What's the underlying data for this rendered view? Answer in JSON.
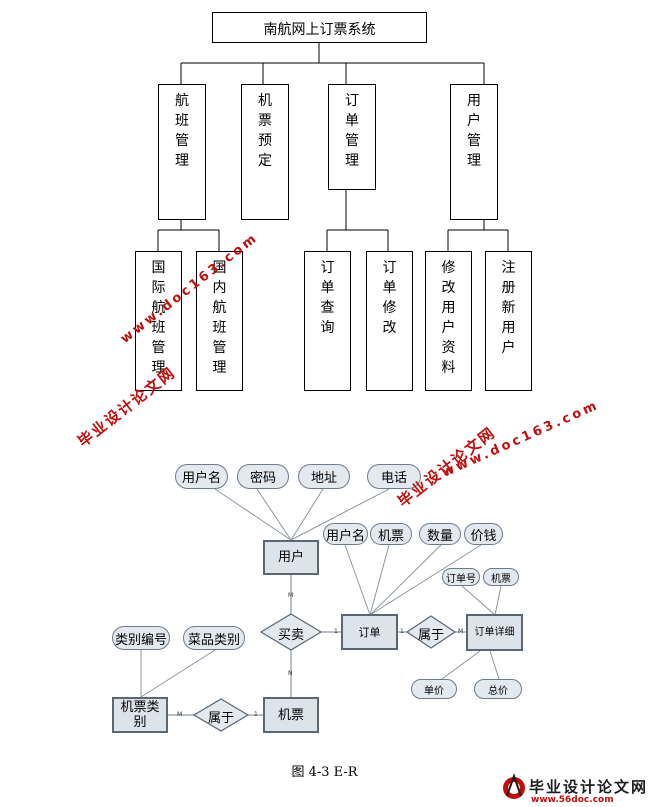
{
  "hierarchy": {
    "root": "南航网上订票系统",
    "modules": [
      {
        "label": "航班管理",
        "children": [
          "国际航班管理",
          "国内航班管理"
        ]
      },
      {
        "label": "机票预定",
        "children": []
      },
      {
        "label": "订单管理",
        "children": [
          "订单查询",
          "订单修改"
        ]
      },
      {
        "label": "用户管理",
        "children": [
          "修改用户资料",
          "注册新用户"
        ]
      }
    ]
  },
  "er": {
    "entities": {
      "user": "用户",
      "order": "订单",
      "order_detail": "订单详细",
      "ticket_category": "机票类别",
      "ticket": "机票"
    },
    "relations": {
      "buy_sell": "买卖",
      "belongs_detail": "属于",
      "belongs_category": "属于"
    },
    "attributes": {
      "user": [
        "用户名",
        "密码",
        "地址",
        "电话"
      ],
      "order": [
        "用户名",
        "机票",
        "数量",
        "价钱"
      ],
      "order_detail": [
        "订单号",
        "机票"
      ],
      "order_detail_bottom": [
        "单价",
        "总价"
      ],
      "category": [
        "类别编号",
        "菜品类别"
      ]
    },
    "cardinalities": {
      "user_buy": "M",
      "buy_ticket": "N",
      "buy_order": "1",
      "order_belong": "1",
      "belong_detail": "M",
      "category_belong": "M",
      "belong_ticket": "1"
    }
  },
  "caption": "图 4-3 E-R",
  "watermarks": {
    "site_cn": "毕业设计论文网",
    "url": "www.doc163.com",
    "footer_cn": "毕业设计论文网",
    "footer_url": "www.56doc.com"
  }
}
